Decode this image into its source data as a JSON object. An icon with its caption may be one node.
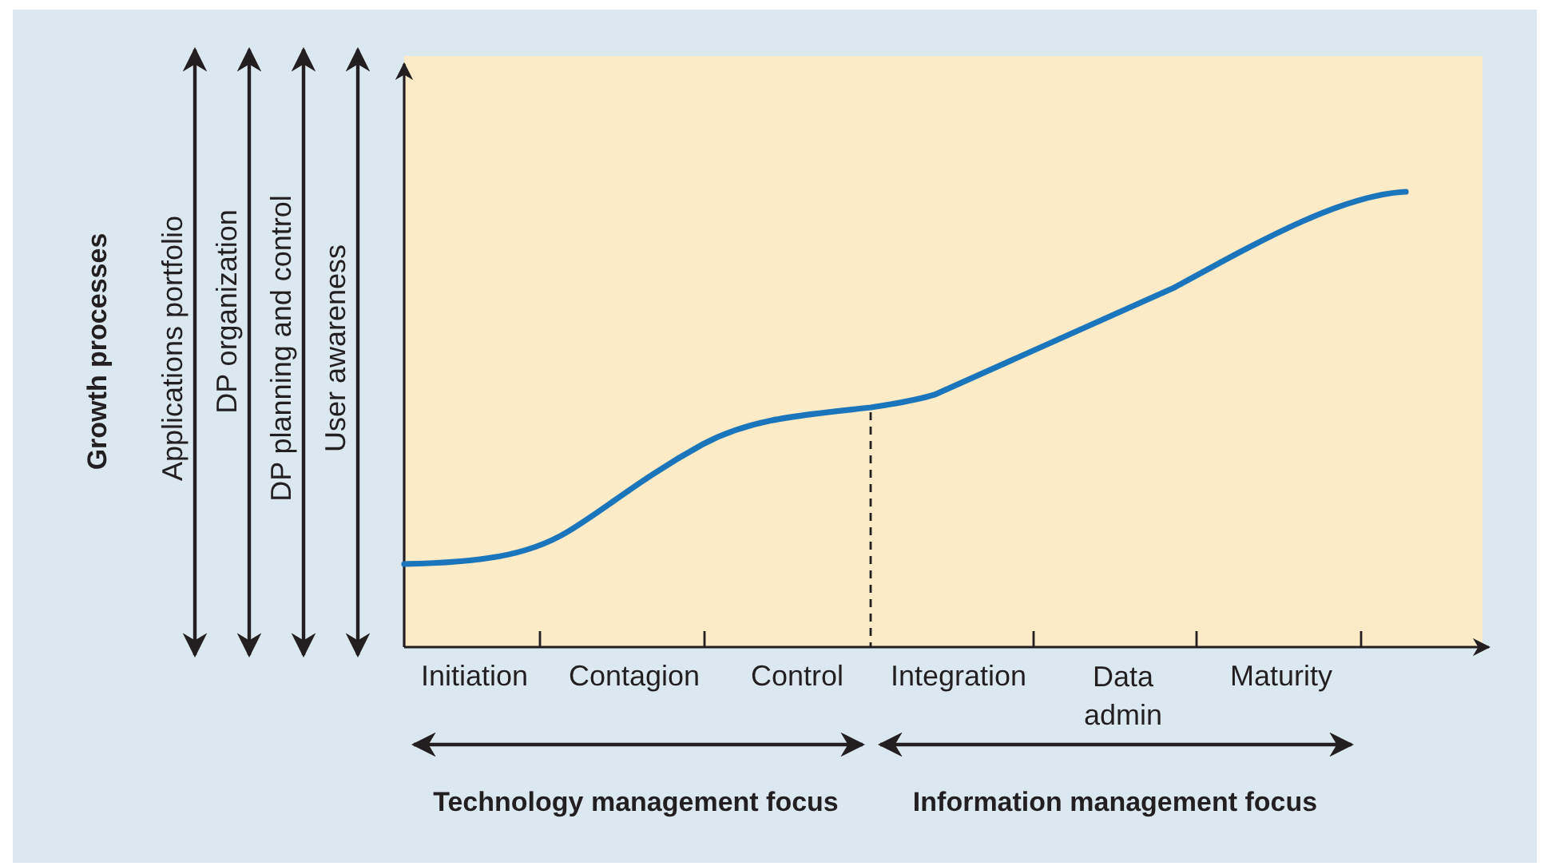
{
  "diagram": {
    "labels": [
      "Growth processes",
      "Applications portfolio",
      "DP organization",
      "DP planning and control",
      "User awareness",
      "Initiation",
      "Contagion",
      "Control",
      "Integration",
      "Data admin",
      "Maturity",
      "Technology management focus",
      "Information management focus"
    ]
  }
}
